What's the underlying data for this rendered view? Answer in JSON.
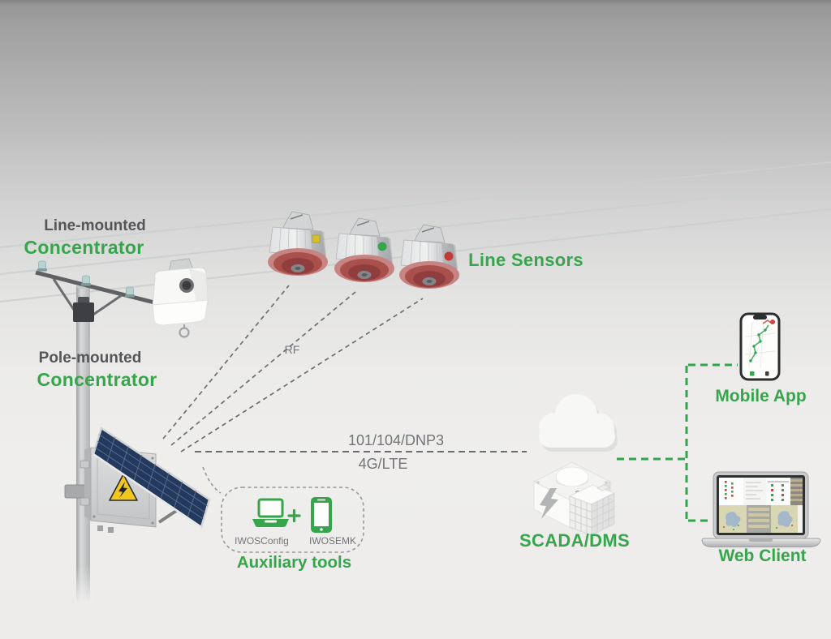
{
  "colors": {
    "brand_green": "#36a54c",
    "dark_text": "#55565a",
    "gray_text": "#737478",
    "dashed_gray_line": "#6d6e70",
    "green_dashed_link": "#2ea64c",
    "solar_panel_blue": "#24395e",
    "warning_yellow": "#f2c71d",
    "sensor_dome_red": "#a94f4b"
  },
  "diagram": {
    "line_mounted_concentrator": {
      "name_line1": "Line-mounted",
      "name_line2": "Concentrator"
    },
    "pole_mounted_concentrator": {
      "name_line1": "Pole-mounted",
      "name_line2": "Concentrator"
    },
    "line_sensors": {
      "label": "Line Sensors",
      "count": 3,
      "indicator_colors": [
        "yellow",
        "green",
        "red"
      ]
    },
    "links": {
      "rf_label": "RF",
      "protocol_label": "101/104/DNP3",
      "cellular_label": "4G/LTE"
    },
    "scada": {
      "label": "SCADA/DMS"
    },
    "mobile_app": {
      "label": "Mobile App"
    },
    "web_client": {
      "label": "Web Client"
    },
    "auxiliary_tools": {
      "label": "Auxiliary tools",
      "plus": "+",
      "laptop_tool": "IWOSConfig",
      "phone_tool": "IWOSEMK"
    }
  }
}
